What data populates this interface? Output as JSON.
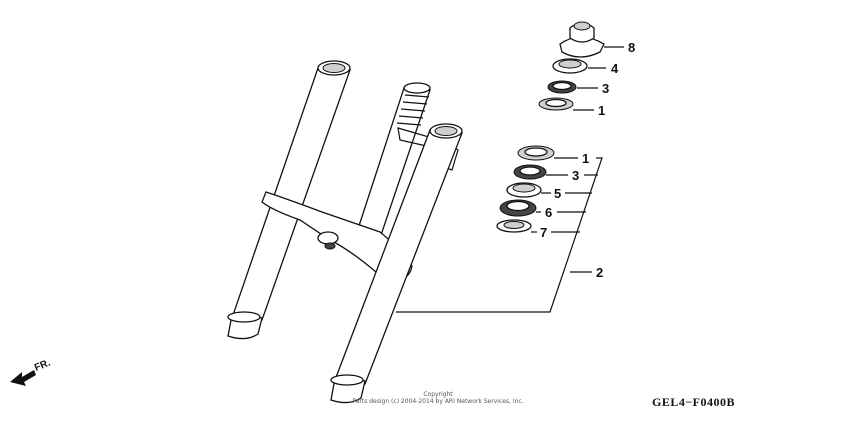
{
  "diagram": {
    "callouts": [
      {
        "id": "c8",
        "label": "8"
      },
      {
        "id": "c4",
        "label": "4"
      },
      {
        "id": "c3a",
        "label": "3"
      },
      {
        "id": "c1a",
        "label": "1"
      },
      {
        "id": "c1b",
        "label": "1"
      },
      {
        "id": "c3b",
        "label": "3"
      },
      {
        "id": "c5",
        "label": "5"
      },
      {
        "id": "c6",
        "label": "6"
      },
      {
        "id": "c7",
        "label": "7"
      },
      {
        "id": "c2",
        "label": "2"
      }
    ],
    "direction_label": "FR.",
    "diagram_code": "GEL4−F0400B",
    "copyright_line1": "Copyright",
    "copyright_line2": "Parts design (c) 2004-2014 by ARI Network Services, Inc."
  }
}
